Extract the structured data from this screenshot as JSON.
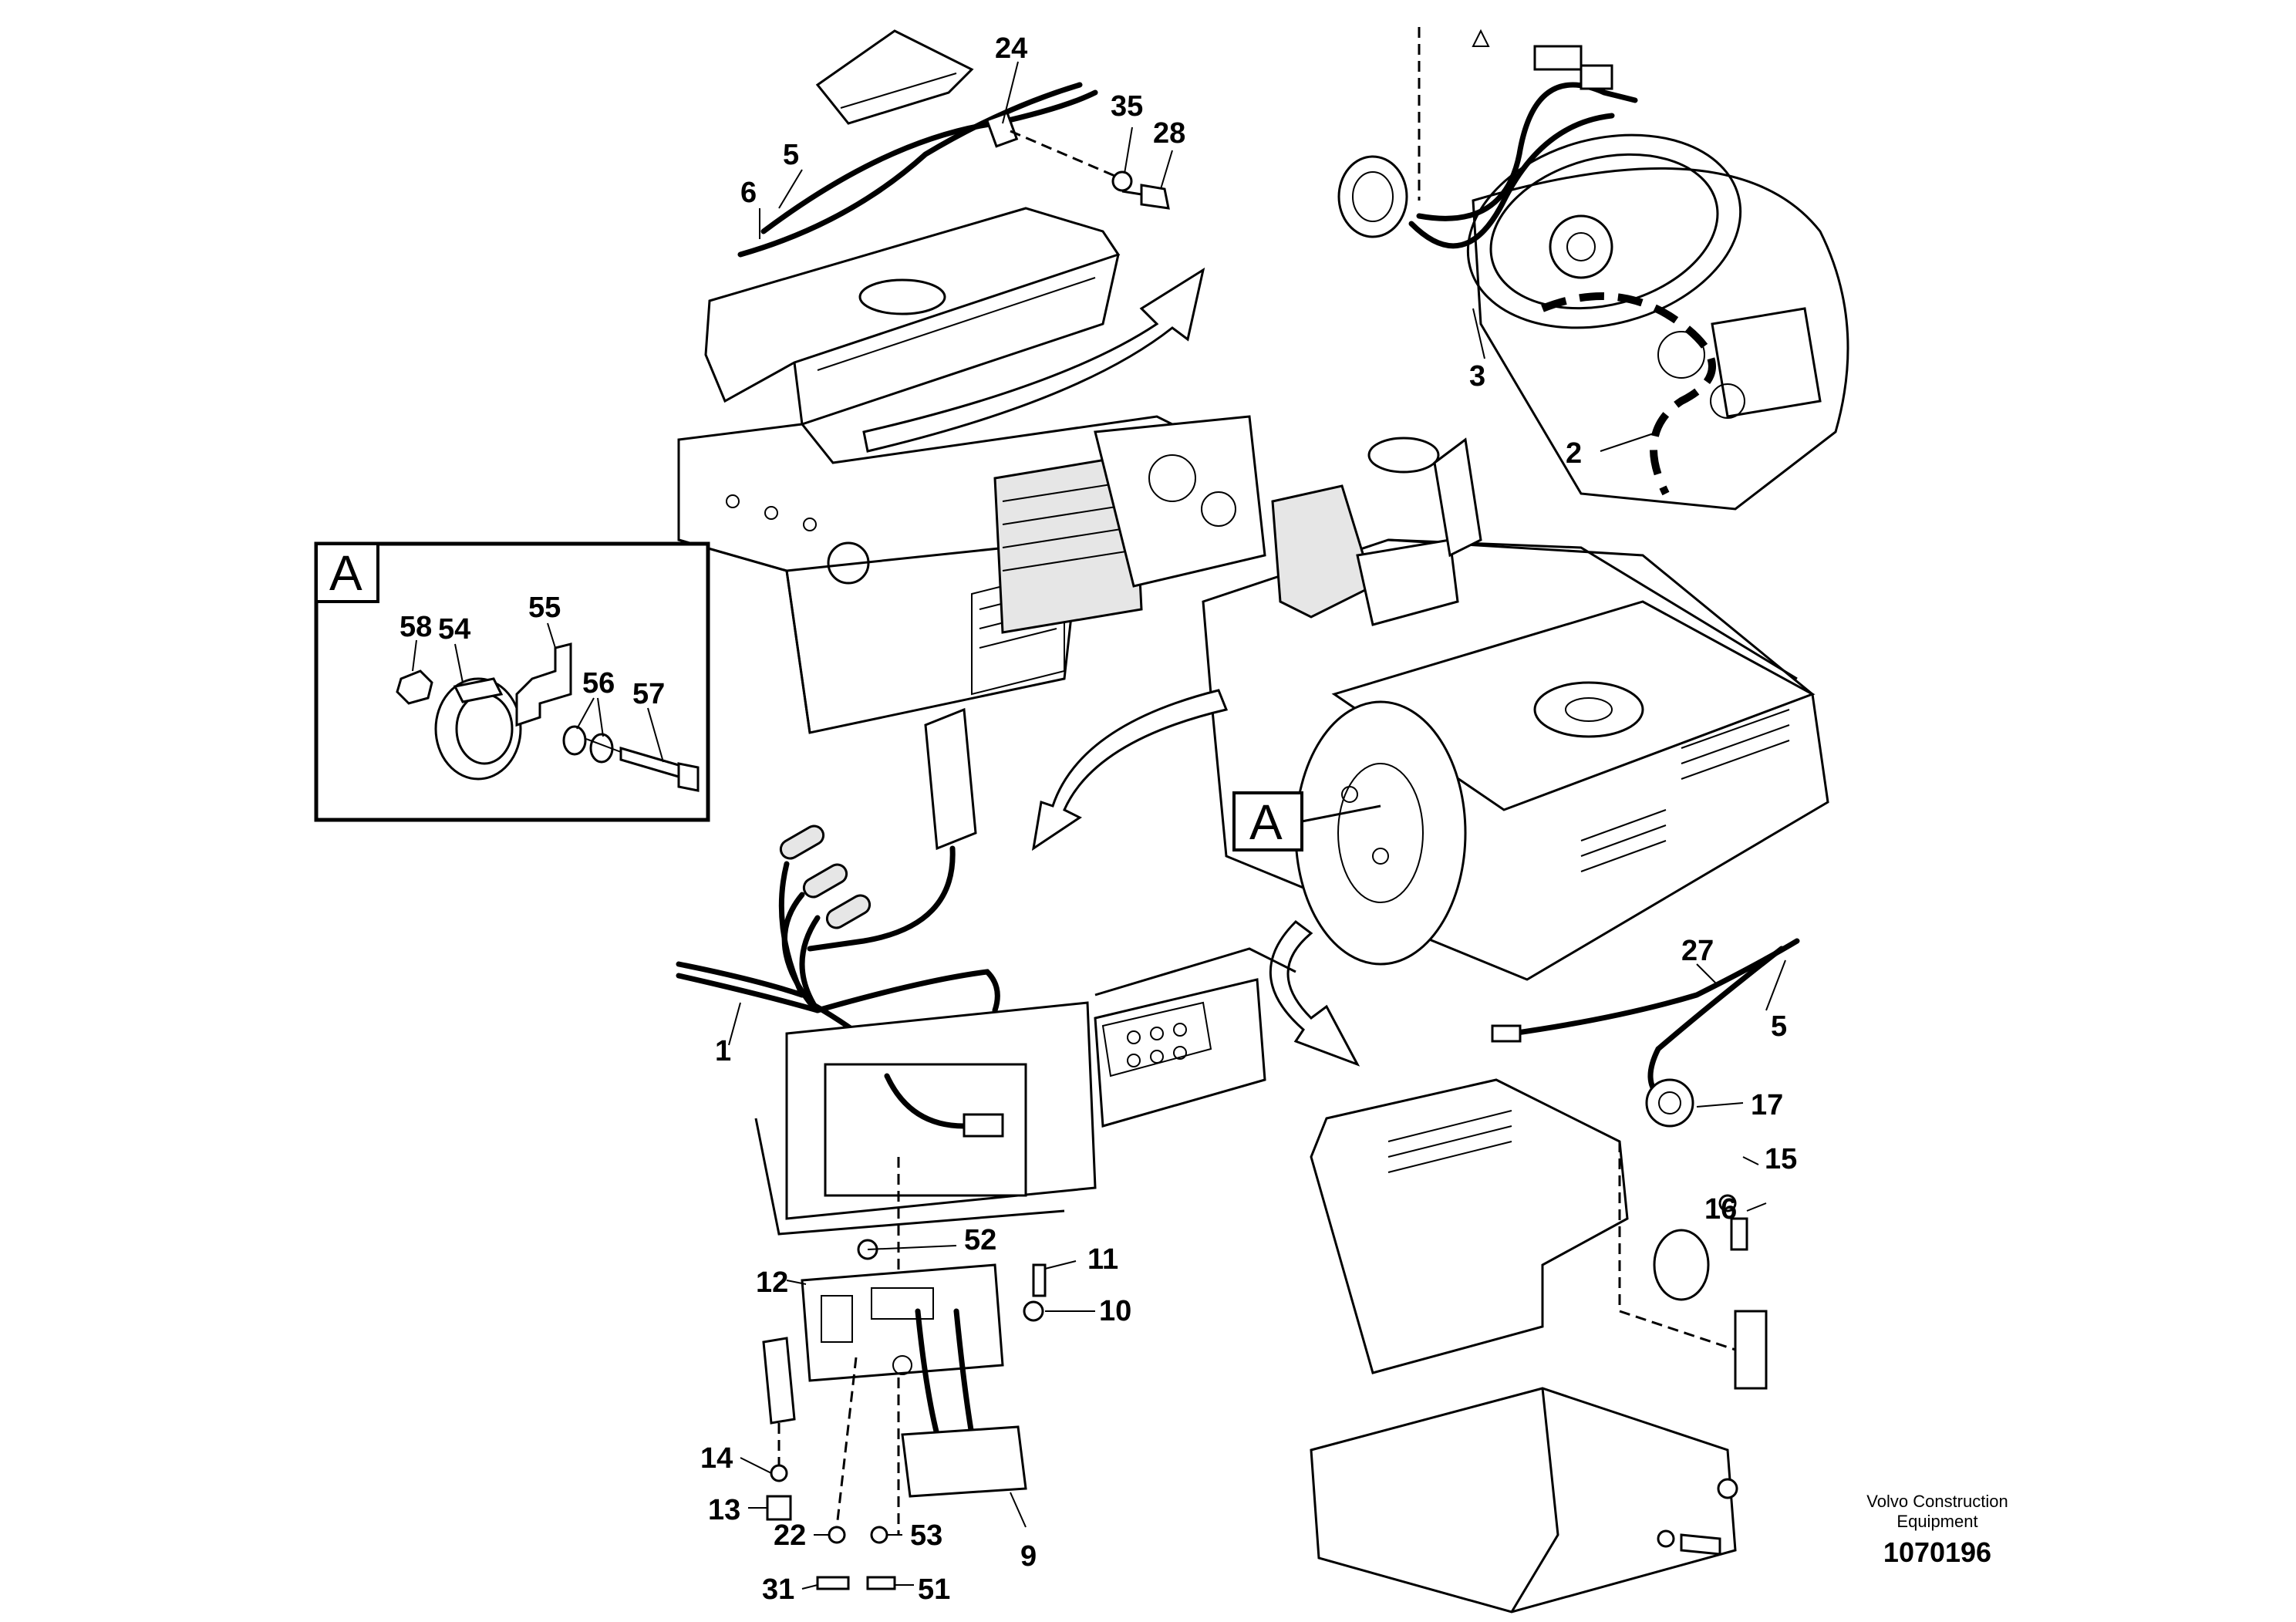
{
  "callouts": {
    "c1": "1",
    "c2": "2",
    "c3": "3",
    "c5a": "5",
    "c5b": "5",
    "c6": "6",
    "c9": "9",
    "c10": "10",
    "c11": "11",
    "c12": "12",
    "c13": "13",
    "c14": "14",
    "c15": "15",
    "c16": "16",
    "c17": "17",
    "c22": "22",
    "c24": "24",
    "c27": "27",
    "c28": "28",
    "c31": "31",
    "c35": "35",
    "c51": "51",
    "c52": "52",
    "c53": "53",
    "c54": "54",
    "c55": "55",
    "c56": "56",
    "c57": "57",
    "c58": "58"
  },
  "detail_label": "A",
  "location_label": "A",
  "brand": {
    "line1": "Volvo Construction",
    "line2": "Equipment"
  },
  "doc_number": "1070196"
}
